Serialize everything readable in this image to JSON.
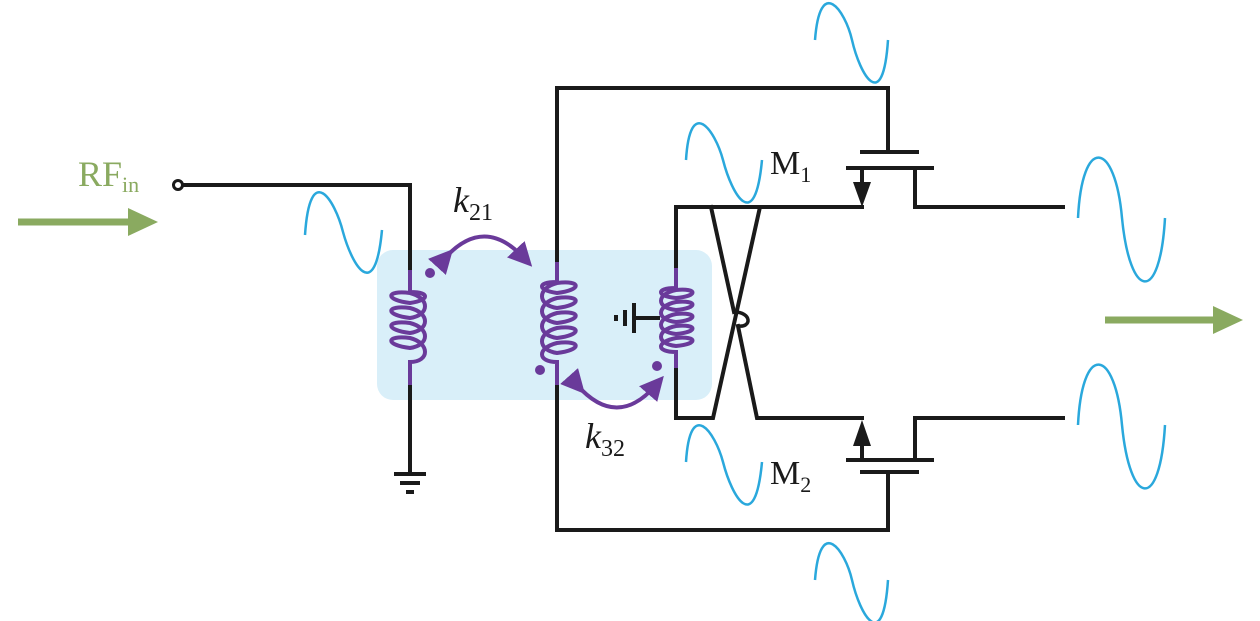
{
  "labels": {
    "rf_main": "RF",
    "rf_sub": "in",
    "k21_main": "k",
    "k21_sub": "21",
    "k32_main": "k",
    "k32_sub": "32",
    "m1_main": "M",
    "m1_sub": "1",
    "m2_main": "M",
    "m2_sub": "2"
  },
  "colors": {
    "wire": "#1a1a1a",
    "inductor": "#6a3a9a",
    "signal_wave": "#2aa8dc",
    "arrow": "#8aaa60",
    "coupling_region": "#d9eff9"
  }
}
